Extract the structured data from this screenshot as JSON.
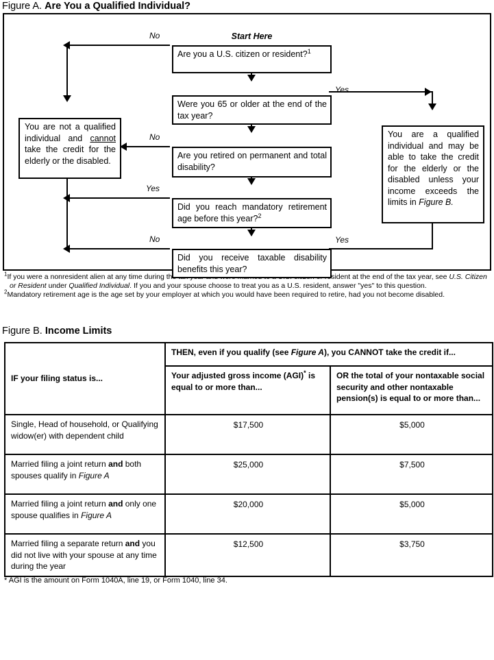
{
  "figure_a": {
    "caption_label": "Figure A.",
    "caption_title": "Are You a Qualified Individual?",
    "start_here": "Start Here",
    "questions": [
      {
        "id": "q1",
        "text": "Are you a U.S. citizen or resident?",
        "footnote_marker": "1"
      },
      {
        "id": "q2",
        "text": "Were you 65 or older at the end of the tax year?",
        "footnote_marker": ""
      },
      {
        "id": "q3",
        "text": "Are you retired on permanent and total disability?",
        "footnote_marker": ""
      },
      {
        "id": "q4",
        "text": "Did you reach mandatory retirement age before this year?",
        "footnote_marker": "2"
      },
      {
        "id": "q5",
        "text": "Did you receive taxable disability benefits this year?",
        "footnote_marker": ""
      }
    ],
    "outcome_not_qualified_pre": "You are not a qualified individual and ",
    "outcome_not_qualified_em": "cannot",
    "outcome_not_qualified_post": " take the credit for the elderly or the disabled.",
    "outcome_qualified_pre": "You are a qualified individual and may be able to take the credit for the elderly or the disabled unless your income exceeds the limits in ",
    "outcome_qualified_em": "Figure B.",
    "edge_labels": {
      "q1_no": "No",
      "q1_yes": "Yes",
      "q2_yes": "Yes",
      "q2_no": "No",
      "q3_no": "No",
      "q3_yes": "Yes",
      "q4_yes": "Yes",
      "q4_no": "No",
      "q5_no": "No",
      "q5_yes": "Yes"
    },
    "footnotes": {
      "one_marker": "1",
      "one_a": "If you were a nonresident alien at any time during the tax year and were married to a U.S. citizen or resident at the end of the tax year, see ",
      "one_em1": "U.S. Citizen or Resident",
      "one_b": " under ",
      "one_em2": "Qualified Individual",
      "one_c": ". If you and your spouse choose to treat you as a U.S. resident, answer \"yes\" to this question.",
      "two_marker": "2",
      "two_a": "Mandatory retirement age is the age set by your employer at which you would have been required to retire, had you not become disabled."
    }
  },
  "figure_b": {
    "caption_label": "Figure B.",
    "caption_title": "Income Limits",
    "header_span": {
      "pre": "THEN, even if you qualify (see ",
      "em": "Figure A",
      "post": "), you CANNOT take the credit if..."
    },
    "col_headers": {
      "filing_status": "IF your filing status is...",
      "agi_pre": "Your adjusted gross income (AGI)",
      "agi_marker": "*",
      "agi_post": " is equal to or more than...",
      "nontaxable": "OR the total of your nontaxable social security and other nontaxable pension(s) is equal to or more than..."
    },
    "rows": [
      {
        "status_parts": [
          {
            "t": "Single, Head of household, or Qualifying widow(er) with dependent child",
            "s": "n"
          }
        ],
        "agi": "$17,500",
        "nontaxable": "$5,000"
      },
      {
        "status_parts": [
          {
            "t": "Married filing a joint return ",
            "s": "n"
          },
          {
            "t": "and",
            "s": "b"
          },
          {
            "t": " both spouses qualify in ",
            "s": "n"
          },
          {
            "t": "Figure A",
            "s": "i"
          }
        ],
        "agi": "$25,000",
        "nontaxable": "$7,500"
      },
      {
        "status_parts": [
          {
            "t": "Married filing a joint return ",
            "s": "n"
          },
          {
            "t": "and",
            "s": "b"
          },
          {
            "t": " only one spouse qualifies in ",
            "s": "n"
          },
          {
            "t": "Figure A",
            "s": "i"
          }
        ],
        "agi": "$20,000",
        "nontaxable": "$5,000"
      },
      {
        "status_parts": [
          {
            "t": "Married filing a separate return ",
            "s": "n"
          },
          {
            "t": "and",
            "s": "b"
          },
          {
            "t": " you did not live with your spouse at any time during the year",
            "s": "n"
          }
        ],
        "agi": "$12,500",
        "nontaxable": "$3,750"
      }
    ],
    "footnote": "* AGI is the amount on Form 1040A, line 19, or Form 1040, line 34."
  }
}
